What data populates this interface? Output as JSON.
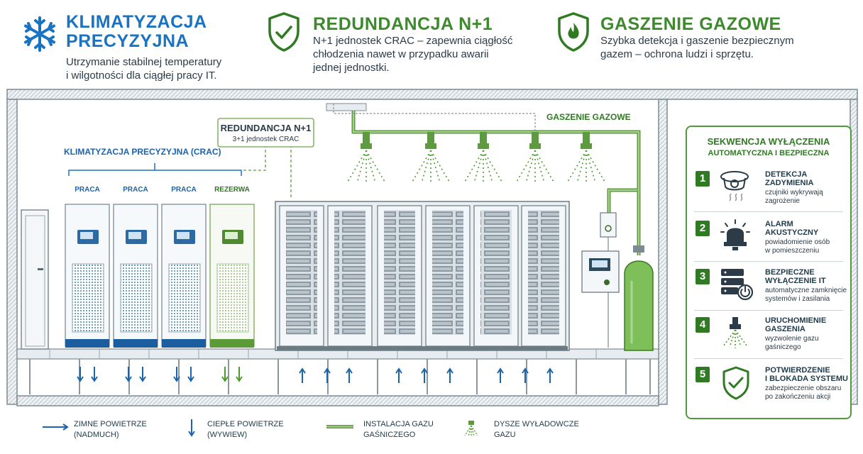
{
  "header": {
    "cooling": {
      "title_line1": "KLIMATYZACJA",
      "title_line2": "PRECYZYJNA",
      "desc_line1": "Utrzymanie stabilnej temperatury",
      "desc_line2": "i wilgotności dla ciągłej pracy IT.",
      "icon": "snowflake-icon"
    },
    "redundancy": {
      "title": "REDUNDANCJA N+1",
      "desc_line1": "N+1 jednostek CRAC – zapewnia ciągłość",
      "desc_line2": "chłodzenia nawet w przypadku awarii",
      "desc_line3": "jednej jednostki.",
      "icon": "shield-check-icon"
    },
    "gas": {
      "title": "GASZENIE GAZOWE",
      "desc_line1": "Szybka detekcja i gaszenie bezpiecznym",
      "desc_line2": "gazem – ochrona ludzi i sprzętu.",
      "icon": "shield-flame-icon"
    }
  },
  "room": {
    "crac_label": "KLIMATYZACJA PRECYZYJNA (CRAC)",
    "redundancy_callout_title": "REDUNDANCJA N+1",
    "redundancy_callout_sub": "3+1 jednostek CRAC",
    "gas_label": "GASZENIE GAZOWE",
    "units": [
      {
        "status": "PRACA",
        "color": "#1a6fb5"
      },
      {
        "status": "PRACA",
        "color": "#1a6fb5"
      },
      {
        "status": "PRACA",
        "color": "#1a6fb5"
      },
      {
        "status": "REZERWA",
        "color": "#4e9a2f"
      }
    ]
  },
  "sequence": {
    "title_line1": "SEKWENCJA WYŁĄCZENIA",
    "title_line2": "AUTOMATYCZNA I BEZPIECZNA",
    "steps": [
      {
        "num": "1",
        "title_line1": "DETEKCJA",
        "title_line2": "ZADYMIENIA",
        "desc_line1": "czujniki wykrywają",
        "desc_line2": "zagrożenie",
        "icon": "smoke-detector-icon"
      },
      {
        "num": "2",
        "title_line1": "ALARM",
        "title_line2": "AKUSTYCZNY",
        "desc_line1": "powiadomienie osób",
        "desc_line2": "w pomieszczeniu",
        "icon": "alarm-bell-icon"
      },
      {
        "num": "3",
        "title_line1": "BEZPIECZNE",
        "title_line2": "WYŁĄCZENIE IT",
        "desc_line1": "automatyczne zamknięcie",
        "desc_line2": "systemów i zasilania",
        "icon": "server-power-icon"
      },
      {
        "num": "4",
        "title_line1": "URUCHOMIENIE",
        "title_line2": "GASZENIA",
        "desc_line1": "wyzwolenie gazu",
        "desc_line2": "gaśniczego",
        "icon": "gas-nozzle-icon"
      },
      {
        "num": "5",
        "title_line1": "POTWIERDZENIE",
        "title_line2": "I BLOKADA SYSTEMU",
        "desc_line1": "zabezpieczenie obszaru",
        "desc_line2": "po zakończeniu akcji",
        "icon": "shield-check-icon"
      }
    ]
  },
  "legend": [
    {
      "line1": "ZIMNE POWIETRZE",
      "line2": "(NADMUCH)",
      "icon": "arrow-right-icon"
    },
    {
      "line1": "CIEPŁE POWIETRZE",
      "line2": "(WYWIEW)",
      "icon": "arrow-down-icon"
    },
    {
      "line1": "INSTALACJA GAZU",
      "line2": "GAŚNICZEGO",
      "icon": "gas-pipe-icon"
    },
    {
      "line1": "DYSZE WYŁADOWCZE",
      "line2": "GAZU",
      "icon": "nozzle-spray-icon"
    }
  ]
}
